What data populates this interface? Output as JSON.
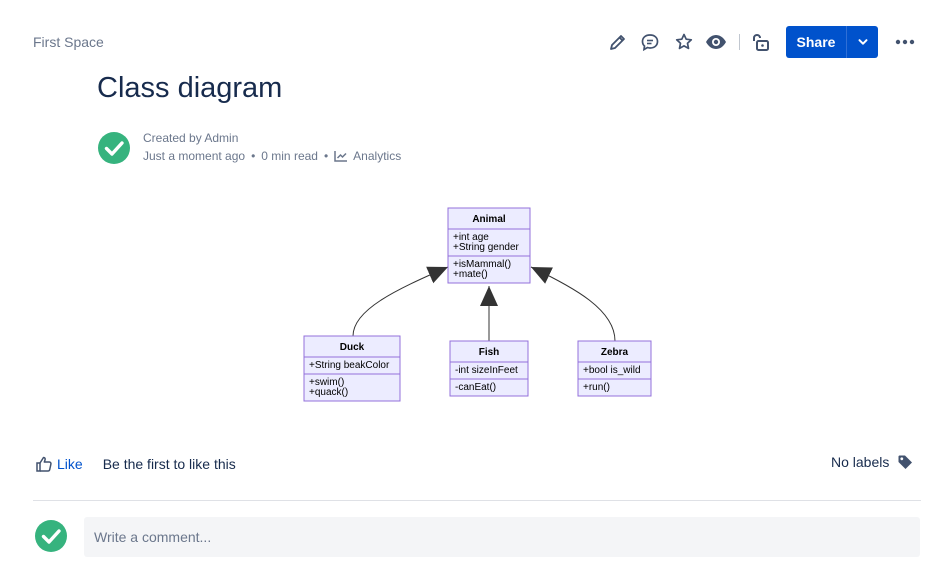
{
  "breadcrumb": {
    "space": "First Space"
  },
  "toolbar": {
    "icons": [
      "pencil-icon",
      "comment-icon",
      "star-icon",
      "eye-icon",
      "unlock-icon",
      "more-icon"
    ],
    "share_label": "Share",
    "accent": "#0052cc"
  },
  "page": {
    "title": "Class diagram",
    "byline": {
      "created": "Created by Admin",
      "time": "Just a moment ago",
      "read_time": "0 min read",
      "analytics": "Analytics",
      "separator": "•"
    }
  },
  "diagram": {
    "classes": [
      {
        "name": "Animal",
        "attributes": [
          "+int age",
          "+String gender"
        ],
        "methods": [
          "+isMammal()",
          "+mate()"
        ]
      },
      {
        "name": "Duck",
        "attributes": [
          "+String beakColor"
        ],
        "methods": [
          "+swim()",
          "+quack()"
        ]
      },
      {
        "name": "Fish",
        "attributes": [
          "-int sizeInFeet"
        ],
        "methods": [
          "-canEat()"
        ]
      },
      {
        "name": "Zebra",
        "attributes": [
          "+bool is_wild"
        ],
        "methods": [
          "+run()"
        ]
      }
    ],
    "relations": [
      {
        "from": "Duck",
        "to": "Animal",
        "type": "inheritance"
      },
      {
        "from": "Fish",
        "to": "Animal",
        "type": "inheritance"
      },
      {
        "from": "Zebra",
        "to": "Animal",
        "type": "inheritance"
      }
    ],
    "colors": {
      "fill": "#ececff",
      "stroke": "#9370db"
    }
  },
  "footer": {
    "like_label": "Like",
    "like_message": "Be the first to like this",
    "labels_text": "No labels",
    "comment_placeholder": "Write a comment...",
    "avatar_color": "#36b37e"
  }
}
